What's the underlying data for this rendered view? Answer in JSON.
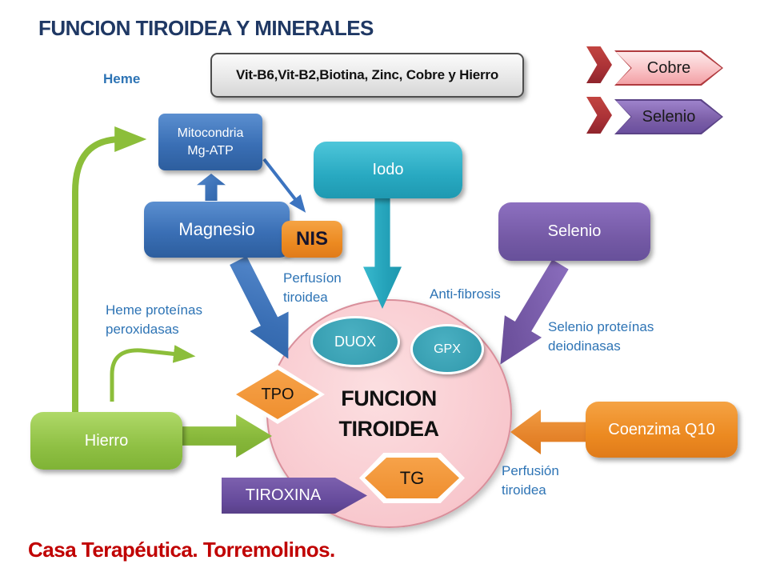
{
  "title": "FUNCION TIROIDEA Y MINERALES",
  "footer": "Casa Terapéutica. Torremolinos.",
  "vitamins_box": "Vit-B6,Vit-B2,Biotina,  Zinc, Cobre y Hierro",
  "legend": {
    "items": [
      {
        "label": "Cobre",
        "color": "#F6A7AB"
      },
      {
        "label": "Selenio",
        "color": "#7B5EA7"
      }
    ]
  },
  "nodes": {
    "mitocondria_line1": "Mitocondria",
    "mitocondria_line2": "Mg-ATP",
    "magnesio": "Magnesio",
    "nis": "NIS",
    "iodo": "Iodo",
    "selenio": "Selenio",
    "hierro": "Hierro",
    "coenzima": "Coenzima Q10",
    "tiroxina": "TIROXINA",
    "duox": "DUOX",
    "gpx": "GPX",
    "tpo": "TPO",
    "tg": "TG",
    "center_line1": "FUNCION",
    "center_line2": "TIROIDEA"
  },
  "labels": {
    "heme": "Heme",
    "perfusion_left_line1": "Perfusíon",
    "perfusion_left_line2": "tiroidea",
    "anti_fibrosis": "Anti-fibrosis",
    "heme_proteins_line1": "Heme proteínas",
    "heme_proteins_line2": "peroxidasas",
    "selenio_proteins_line1": "Selenio proteínas",
    "selenio_proteins_line2": "deiodinasas",
    "perfusion_right_line1": "Perfusión",
    "perfusion_right_line2": "tiroidea"
  },
  "colors": {
    "title": "#1F3864",
    "annotation_blue": "#2E74B5",
    "footer_red": "#C00000",
    "node_blue": "#3A6FB5",
    "node_teal": "#28A9C1",
    "node_purple": "#755AA6",
    "node_green": "#8FC044",
    "node_orange": "#EC8A21",
    "circle_pink": "#F9CDD2"
  }
}
